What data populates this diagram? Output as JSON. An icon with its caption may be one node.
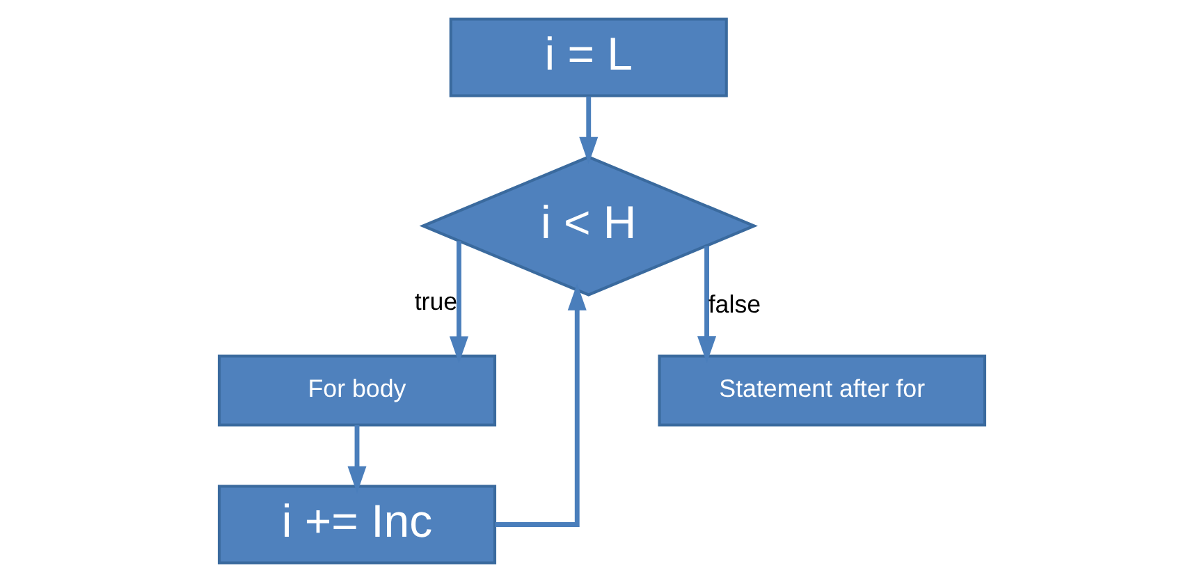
{
  "diagram": {
    "nodes": [
      {
        "text": [
          "i = L"
        ]
      },
      {
        "text": [
          "i < H"
        ]
      },
      {
        "text": [
          "For body"
        ]
      },
      {
        "text": [
          "i += Inc"
        ]
      },
      {
        "text": [
          "Statement after for"
        ]
      }
    ],
    "edges": [
      {
        "from": 0,
        "to": 1,
        "arrow": "to"
      },
      {
        "from": 1,
        "to": 2,
        "arrow": "to",
        "label": "true"
      },
      {
        "from": 1,
        "to": 4,
        "arrow": "to",
        "label": "false"
      },
      {
        "from": 2,
        "to": 3,
        "arrow": "to"
      },
      {
        "from": 3,
        "to": 1,
        "arrow": "to"
      }
    ]
  }
}
